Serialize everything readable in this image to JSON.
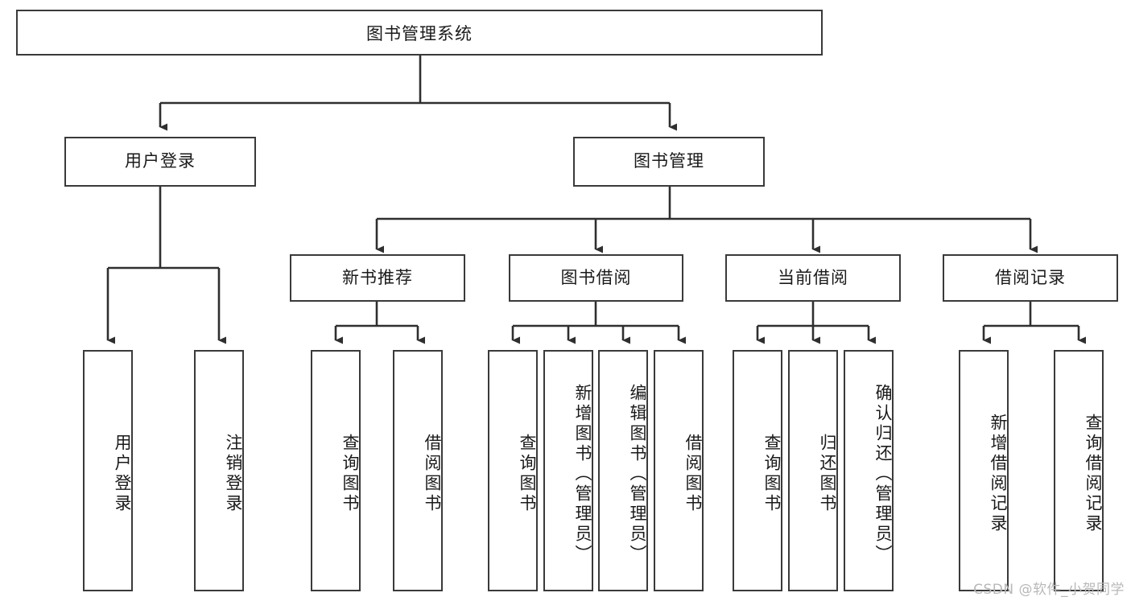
{
  "diagram": {
    "title": "图书管理系统",
    "type": "tree",
    "watermark": "CSDN @软件_小贺同学",
    "colors": {
      "stroke": "#3a3a3a",
      "fill": "#ffffff",
      "text": "#1a1a1a",
      "watermark": "#b8b8b8"
    },
    "levels": {
      "root": "图书管理系统",
      "level2": [
        "用户登录",
        "图书管理"
      ],
      "level3": [
        "新书推荐",
        "图书借阅",
        "当前借阅",
        "借阅记录"
      ]
    },
    "nodes": {
      "root": {
        "label": "图书管理系统"
      },
      "user_login": {
        "label": "用户登录"
      },
      "book_manage": {
        "label": "图书管理"
      },
      "new_book_rec": {
        "label": "新书推荐"
      },
      "book_borrow": {
        "label": "图书借阅"
      },
      "current_borrow": {
        "label": "当前借阅"
      },
      "borrow_record": {
        "label": "借阅记录"
      },
      "leaf_user_login": {
        "label": "用户登录"
      },
      "leaf_logout": {
        "label": "注销登录"
      },
      "leaf_query_book_1": {
        "label": "查询图书"
      },
      "leaf_borrow_book_1": {
        "label": "借阅图书"
      },
      "leaf_query_book_2": {
        "label": "查询图书"
      },
      "leaf_add_book_admin": {
        "label": "新增图书（管理员）"
      },
      "leaf_edit_book_admin": {
        "label": "编辑图书（管理员）"
      },
      "leaf_borrow_book_2": {
        "label": "借阅图书"
      },
      "leaf_query_book_3": {
        "label": "查询图书"
      },
      "leaf_return_book": {
        "label": "归还图书"
      },
      "leaf_confirm_return_admin": {
        "label": "确认归还（管理员）"
      },
      "leaf_add_borrow_record": {
        "label": "新增借阅记录"
      },
      "leaf_query_borrow_record": {
        "label": "查询借阅记录"
      }
    }
  }
}
